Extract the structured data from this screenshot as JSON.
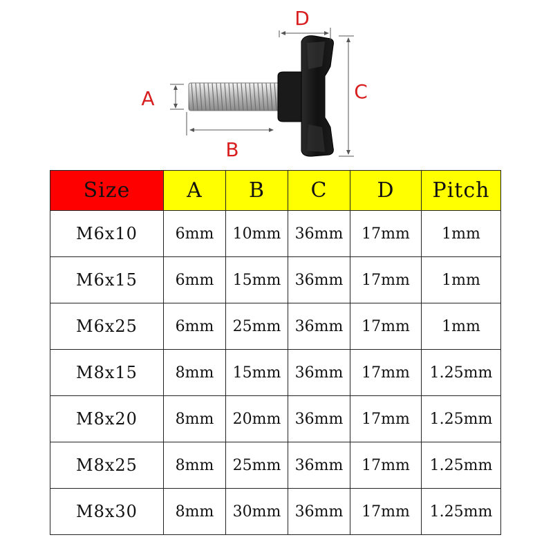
{
  "diagram": {
    "labels": {
      "a": "A",
      "b": "B",
      "c": "C",
      "d": "D"
    },
    "label_color": "#d81e1e"
  },
  "table": {
    "header_colors": {
      "size": "#ff0000",
      "others": "#ffff00"
    },
    "headers": [
      "Size",
      "A",
      "B",
      "C",
      "D",
      "Pitch"
    ],
    "rows": [
      [
        "M6x10",
        "6mm",
        "10mm",
        "36mm",
        "17mm",
        "1mm"
      ],
      [
        "M6x15",
        "6mm",
        "15mm",
        "36mm",
        "17mm",
        "1mm"
      ],
      [
        "M6x25",
        "6mm",
        "25mm",
        "36mm",
        "17mm",
        "1mm"
      ],
      [
        "M8x15",
        "8mm",
        "15mm",
        "36mm",
        "17mm",
        "1.25mm"
      ],
      [
        "M8x20",
        "8mm",
        "20mm",
        "36mm",
        "17mm",
        "1.25mm"
      ],
      [
        "M8x25",
        "8mm",
        "25mm",
        "36mm",
        "17mm",
        "1.25mm"
      ],
      [
        "M8x30",
        "8mm",
        "30mm",
        "36mm",
        "17mm",
        "1.25mm"
      ]
    ]
  }
}
